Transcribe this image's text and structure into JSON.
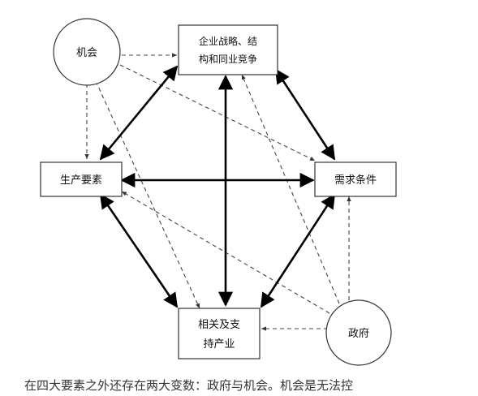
{
  "nodes": {
    "opportunity": {
      "label": "机会"
    },
    "strategy": {
      "line1": "企业战略、结",
      "line2": "构和同业竞争"
    },
    "factors": {
      "label": "生产要素"
    },
    "demand": {
      "label": "需求条件"
    },
    "related": {
      "line1": "相关及支",
      "line2": "持产业"
    },
    "government": {
      "label": "政府"
    }
  },
  "caption": "在四大要素之外还存在两大变数：政府与机会。机会是无法控"
}
